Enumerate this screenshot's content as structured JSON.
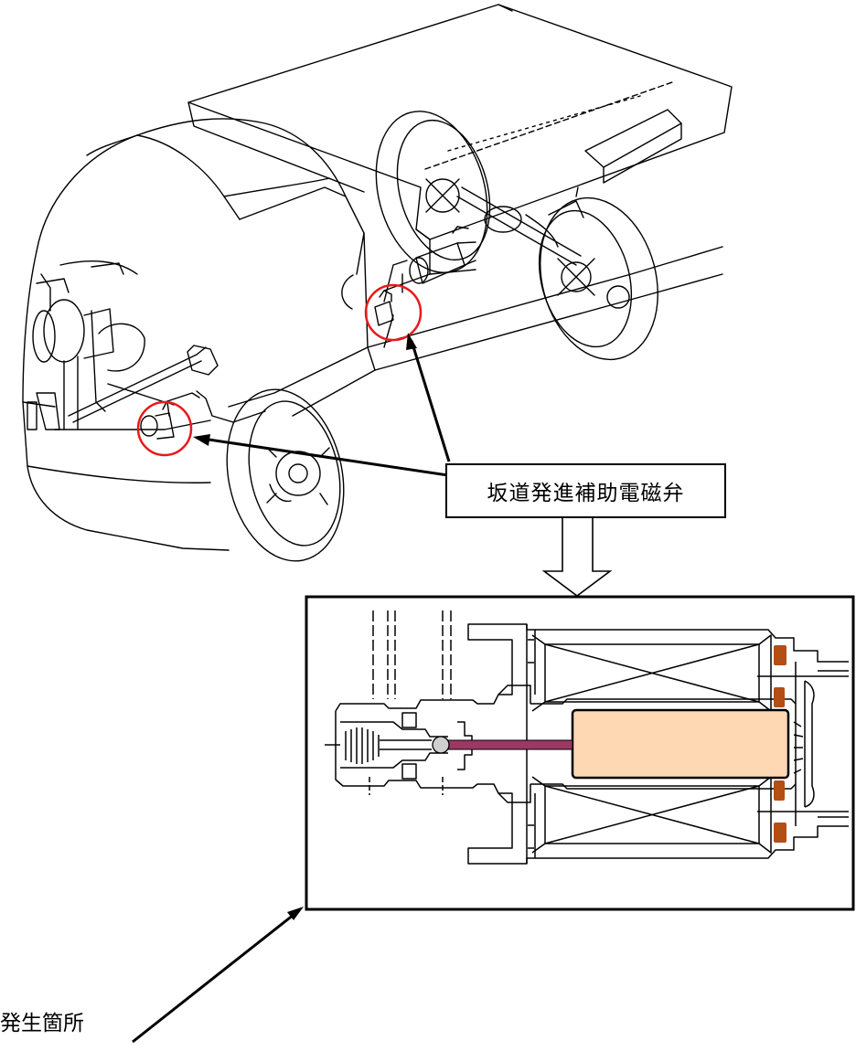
{
  "callout": {
    "label": "坂道発進補助電磁弁"
  },
  "location_label": "発生箇所",
  "colors": {
    "highlight_circle": "#e8191b",
    "plunger_body": "#fdd8b2",
    "push_rod": "#9b3864",
    "terminal_insulator": "#b34e14",
    "line": "#000000"
  },
  "icons": {
    "callout_arrow": "hollow-down-arrow",
    "pointer": "black-arrow"
  }
}
